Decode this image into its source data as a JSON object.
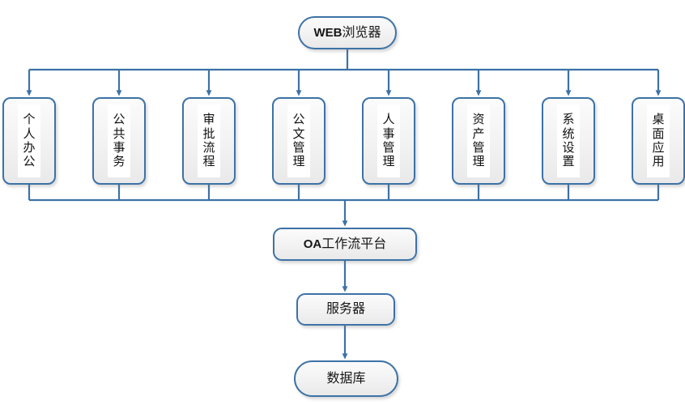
{
  "diagram": {
    "title_node": {
      "id": "web-browser",
      "label": "WEB浏览器",
      "latin": "WEB",
      "cjk": "浏览器",
      "shape": "pill"
    },
    "modules": [
      {
        "id": "personal-office",
        "label": "个人办公",
        "chars": [
          "个",
          "人",
          "办",
          "公"
        ]
      },
      {
        "id": "public-affairs",
        "label": "公共事务",
        "chars": [
          "公",
          "共",
          "事",
          "务"
        ]
      },
      {
        "id": "approval-process",
        "label": "审批流程",
        "chars": [
          "审",
          "批",
          "流",
          "程"
        ]
      },
      {
        "id": "document-mgmt",
        "label": "公文管理",
        "chars": [
          "公",
          "文",
          "管",
          "理"
        ]
      },
      {
        "id": "hr-mgmt",
        "label": "人事管理",
        "chars": [
          "人",
          "事",
          "管",
          "理"
        ]
      },
      {
        "id": "asset-mgmt",
        "label": "资产管理",
        "chars": [
          "资",
          "产",
          "管",
          "理"
        ]
      },
      {
        "id": "system-settings",
        "label": "系统设置",
        "chars": [
          "系",
          "统",
          "设",
          "置"
        ]
      },
      {
        "id": "desktop-app",
        "label": "桌面应用",
        "chars": [
          "桌",
          "面",
          "应",
          "用"
        ]
      }
    ],
    "platform_node": {
      "id": "oa-workflow-platform",
      "label": "OA工作流平台",
      "latin": "OA",
      "cjk": "工作流平台",
      "shape": "rounded-rect"
    },
    "server_node": {
      "id": "server",
      "label": "服务器",
      "shape": "rounded-rect"
    },
    "database_node": {
      "id": "database",
      "label": "数据库",
      "shape": "pill"
    },
    "colors": {
      "stroke": "#3d72a6",
      "node_fill": "#f1f1f1",
      "text_panel": "#ffffff",
      "text": "#101010",
      "background": "#ffffff"
    },
    "edges": {
      "fanout_from": "web-browser",
      "fanout_to": [
        "personal-office",
        "public-affairs",
        "approval-process",
        "document-mgmt",
        "hr-mgmt",
        "asset-mgmt",
        "system-settings",
        "desktop-app"
      ],
      "merge_to": "oa-workflow-platform",
      "chain": [
        "oa-workflow-platform",
        "server",
        "database"
      ],
      "arrow_style": "solid-triangle"
    }
  }
}
